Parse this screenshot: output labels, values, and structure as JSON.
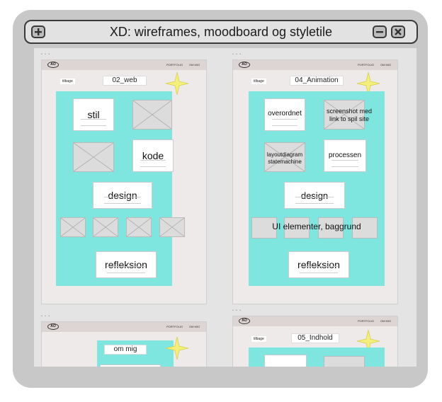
{
  "window": {
    "title": "XD: wireframes, moodboard og styletile",
    "add_icon": "plus-icon",
    "minimize_icon": "minus-icon",
    "close_icon": "close-icon"
  },
  "artboards": {
    "web": {
      "label": "▫ ▫ ▫",
      "logo": "AO",
      "nav_1": "PORTFOLIO",
      "nav_2": "OM MIG",
      "back": "tilbage",
      "title": "02_web",
      "cards": {
        "stil": "stil",
        "kode": "kode",
        "design": "design",
        "refleksion": "refleksion"
      }
    },
    "animation": {
      "label": "▫ ▫ ▫",
      "logo": "AO",
      "nav_1": "PORTFOLIO",
      "nav_2": "OM MIG",
      "back": "tilbage",
      "title": "04_Animation",
      "cards": {
        "overordnet": "overordnet",
        "screenshot": "screenshot med link to spil site",
        "layout": "layoutdiagram statemachine",
        "processen": "processen",
        "design": "design",
        "ui": "UI elementer, baggrund",
        "refleksion": "refleksion"
      }
    },
    "om_mig": {
      "label": "▫ ▫ ▫",
      "logo": "AO",
      "nav_1": "PORTFOLIO",
      "nav_2": "OM MIG",
      "title": "om mig"
    },
    "indhold": {
      "label": "▫ ▫ ▫",
      "logo": "AO",
      "nav_1": "PORTFOLIO",
      "nav_2": "OM MIG",
      "back": "tilbage",
      "title": "05_Indhold"
    }
  },
  "colors": {
    "teal": "#7ee6de",
    "star": "#f4ee7a"
  }
}
